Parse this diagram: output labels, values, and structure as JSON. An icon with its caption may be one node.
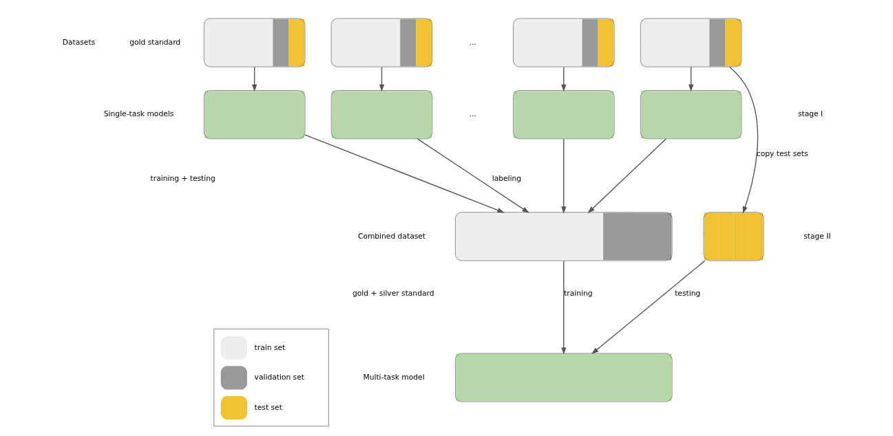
{
  "diagram": {
    "nodes": [
      {
        "text": [],
        "shape": "box"
      },
      {
        "text": [],
        "shape": "box"
      },
      {
        "text": [],
        "shape": "box"
      },
      {
        "text": [],
        "shape": "box"
      },
      {
        "text": [],
        "shape": "box"
      },
      {
        "text": [],
        "shape": "box"
      },
      {
        "text": [],
        "shape": "box"
      },
      {
        "text": [],
        "shape": "box"
      },
      {
        "text": [],
        "shape": "box"
      },
      {
        "text": [],
        "shape": "box"
      },
      {
        "text": [],
        "shape": "box"
      }
    ],
    "edges": [
      {
        "from": 0,
        "to": 4,
        "arrow": "to"
      },
      {
        "from": 1,
        "to": 5,
        "arrow": "to"
      },
      {
        "from": 2,
        "to": 6,
        "arrow": "to"
      },
      {
        "from": 3,
        "to": 7,
        "arrow": "to"
      },
      {
        "from": 4,
        "to": 8,
        "arrow": "to"
      },
      {
        "from": 5,
        "to": 8,
        "arrow": "to",
        "label": "labeling"
      },
      {
        "from": 6,
        "to": 8,
        "arrow": "to"
      },
      {
        "from": 7,
        "to": 8,
        "arrow": "to"
      },
      {
        "from": 3,
        "to": 9,
        "arrow": "to",
        "label": "copy test sets"
      },
      {
        "from": 8,
        "to": 10,
        "arrow": "to",
        "label": "training"
      },
      {
        "from": 9,
        "to": 10,
        "arrow": "to",
        "label": "testing"
      }
    ],
    "labels": [
      "Datasets",
      "gold standard",
      "...",
      "training + testing",
      "Single-task models",
      "...",
      "stage I",
      "stage II",
      "Combined dataset",
      "gold + silver standard",
      "Multi-task model"
    ],
    "legend": [
      {
        "text": "train set",
        "color": "#eeeeee"
      },
      {
        "text": "validation set",
        "color": "#999999"
      },
      {
        "text": "test set",
        "color": "#f0c232"
      }
    ]
  }
}
